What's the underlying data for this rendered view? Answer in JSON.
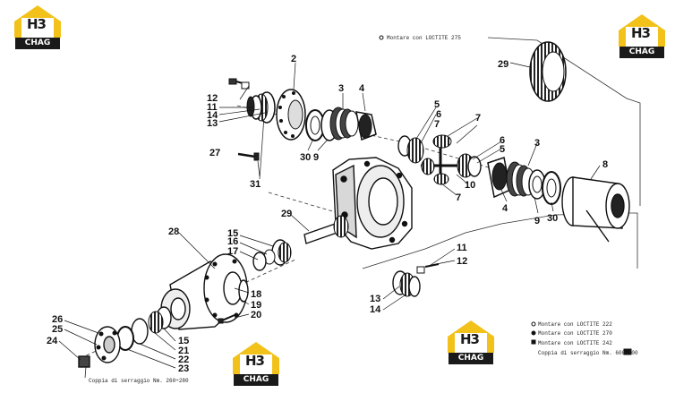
{
  "callouts": [
    {
      "id": "c2",
      "text": "2"
    },
    {
      "id": "c3a",
      "text": "3"
    },
    {
      "id": "c4a",
      "text": "4"
    },
    {
      "id": "c12a",
      "text": "12"
    },
    {
      "id": "c11a",
      "text": "11"
    },
    {
      "id": "c14a",
      "text": "14"
    },
    {
      "id": "c13a",
      "text": "13"
    },
    {
      "id": "c30a",
      "text": "30"
    },
    {
      "id": "c9a",
      "text": "9"
    },
    {
      "id": "c27",
      "text": "27"
    },
    {
      "id": "c31",
      "text": "31"
    },
    {
      "id": "c5a",
      "text": "5"
    },
    {
      "id": "c6a",
      "text": "6"
    },
    {
      "id": "c7a",
      "text": "7"
    },
    {
      "id": "c7b",
      "text": "7"
    },
    {
      "id": "c6b",
      "text": "6"
    },
    {
      "id": "c5b",
      "text": "5"
    },
    {
      "id": "c10",
      "text": "10"
    },
    {
      "id": "c7c",
      "text": "7"
    },
    {
      "id": "c3b",
      "text": "3"
    },
    {
      "id": "c8",
      "text": "8"
    },
    {
      "id": "c4b",
      "text": "4"
    },
    {
      "id": "c9b",
      "text": "9"
    },
    {
      "id": "c30b",
      "text": "30"
    },
    {
      "id": "c29a",
      "text": "29"
    },
    {
      "id": "c29b",
      "text": "29"
    },
    {
      "id": "c28",
      "text": "28"
    },
    {
      "id": "c15a",
      "text": "15"
    },
    {
      "id": "c16",
      "text": "16"
    },
    {
      "id": "c17",
      "text": "17"
    },
    {
      "id": "c18",
      "text": "18"
    },
    {
      "id": "c19",
      "text": "19"
    },
    {
      "id": "c20",
      "text": "20"
    },
    {
      "id": "c11b",
      "text": "11"
    },
    {
      "id": "c12b",
      "text": "12"
    },
    {
      "id": "c13b",
      "text": "13"
    },
    {
      "id": "c14b",
      "text": "14"
    },
    {
      "id": "c26",
      "text": "26"
    },
    {
      "id": "c25",
      "text": "25"
    },
    {
      "id": "c24",
      "text": "24"
    },
    {
      "id": "c15b",
      "text": "15"
    },
    {
      "id": "c21",
      "text": "21"
    },
    {
      "id": "c22",
      "text": "22"
    },
    {
      "id": "c23",
      "text": "23"
    }
  ],
  "notes": {
    "top": "Montare con LOCTITE 275",
    "legend_1": "Montare con LOCTITE 222",
    "legend_2": "Montare con LOCTITE 270",
    "legend_3": "Montare con LOCTITE 242",
    "torque_right": "Coppia di serraggio Nm. 600÷700",
    "torque_left": "Coppia di serraggio Nm. 260÷280"
  },
  "watermark": {
    "letters": "H3",
    "word": "CHAG"
  }
}
